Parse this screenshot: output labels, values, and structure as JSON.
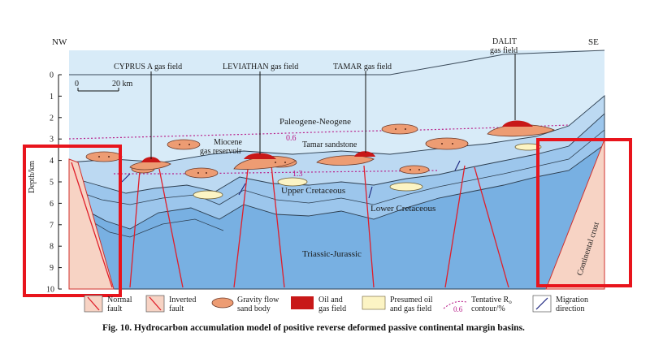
{
  "directions": {
    "left": "NW",
    "right": "SE"
  },
  "fields": [
    {
      "name": "CYPRUS A gas field"
    },
    {
      "name": "LEVIATHAN gas field"
    },
    {
      "name": "TAMAR gas field"
    },
    {
      "name": "DALIT",
      "name2": "gas field"
    }
  ],
  "scale_bar": {
    "start": "0",
    "end": "20 km"
  },
  "depth_axis": {
    "label": "Depth/km",
    "ticks": [
      "0",
      "1",
      "2",
      "3",
      "4",
      "5",
      "6",
      "7",
      "8",
      "9",
      "10"
    ]
  },
  "units": {
    "paleogene_neogene": "Paleogene-Neogene",
    "upper_cretaceous": "Upper Cretaceous",
    "lower_cretaceous": "Lower Cretaceous",
    "triassic_jurassic": "Triassic-Jurassic",
    "continental_crust": "Continental crust"
  },
  "annotations": {
    "miocene_1": "Miocene",
    "miocene_2": "gas reservoir",
    "tamar_sandstone": "Tamar sandstone",
    "contour_06": "0.6",
    "contour_13": "1.3"
  },
  "legend": [
    {
      "id": "normal",
      "line1": "Normal",
      "line2": "fault"
    },
    {
      "id": "inverted",
      "line1": "Inverted",
      "line2": "fault"
    },
    {
      "id": "gravity",
      "line1": "Gravity flow",
      "line2": "sand body"
    },
    {
      "id": "oilgas",
      "line1": "Oil and",
      "line2": "gas field"
    },
    {
      "id": "presumed",
      "line1": "Presumed oil",
      "line2": "and gas field"
    },
    {
      "id": "tentative",
      "line1": "Tentative R",
      "line1_sub": "o",
      "line2": "contour/%",
      "glyph": "0.6"
    },
    {
      "id": "migration",
      "line1": "Migration",
      "line2": "direction"
    }
  ],
  "caption": "Fig. 10.    Hydrocarbon accumulation model of positive reverse deformed passive continental margin basins.",
  "colors": {
    "water": "#d8ebf8",
    "paleogene": "#bcd9f2",
    "cretaceous": "#9cc6ec",
    "triassic": "#78b0e2",
    "crust": "#f7d3c4",
    "fault": "#e01e2a",
    "oil_gas": "#c81818",
    "sand": "#ed9c73",
    "presumed": "#fcf4c4",
    "highlight": "#e8141c"
  }
}
